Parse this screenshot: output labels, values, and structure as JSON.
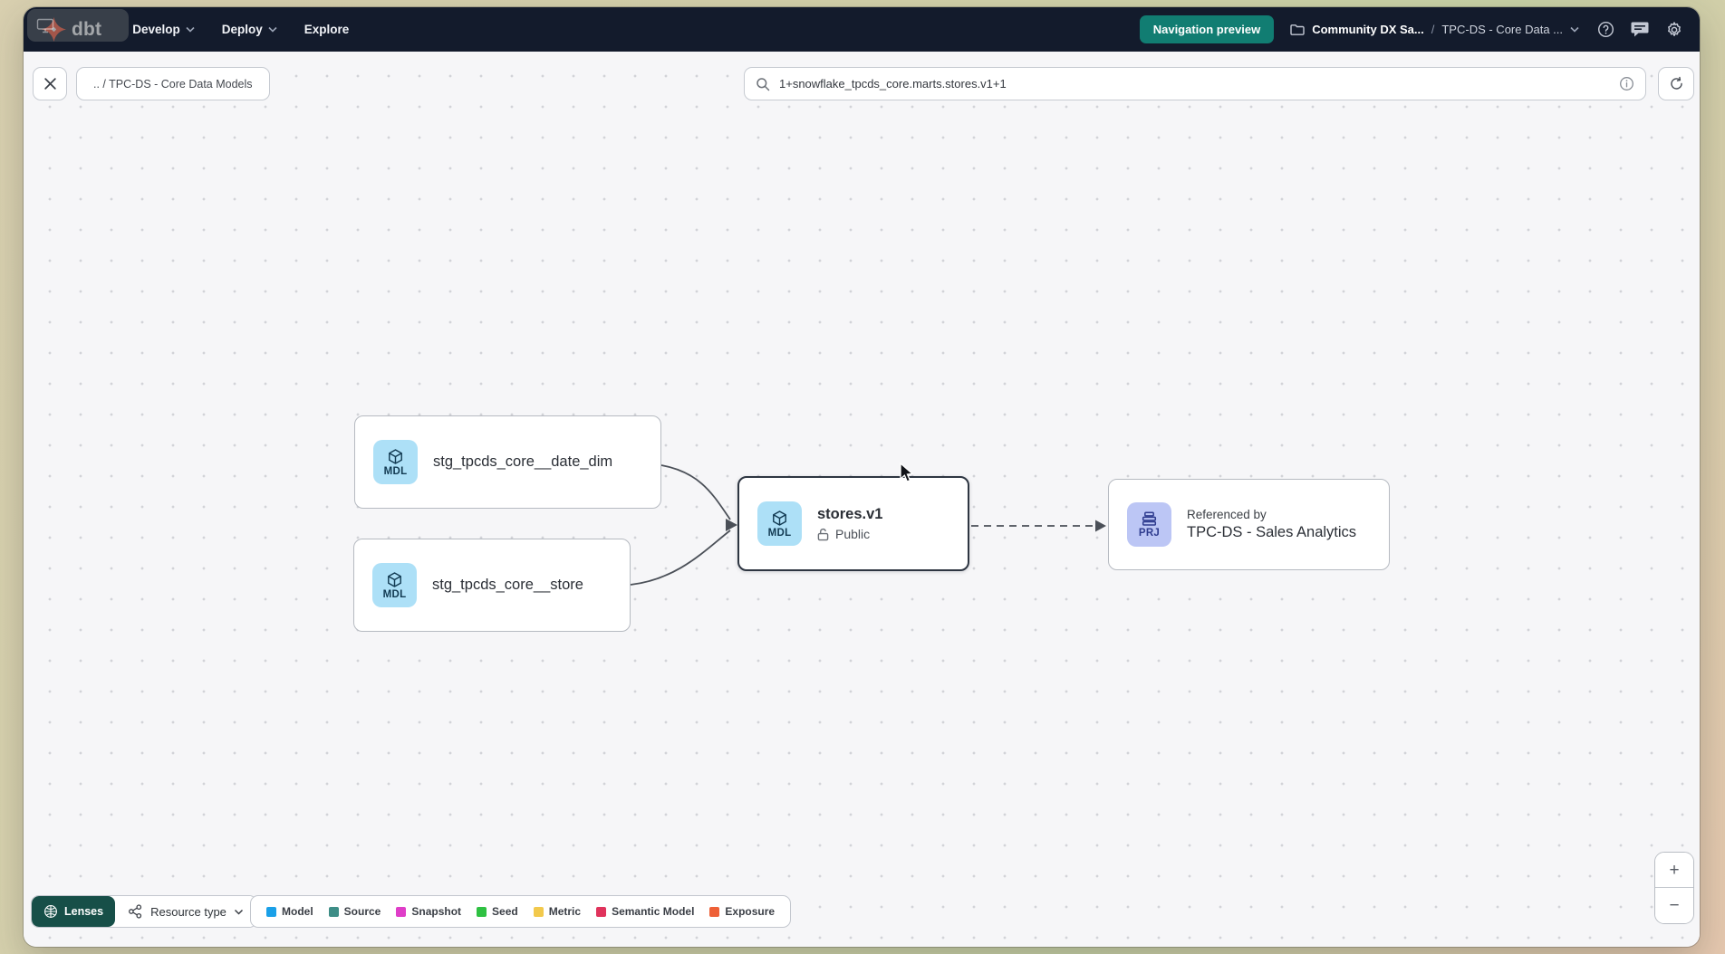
{
  "navbar": {
    "brand": "dbt",
    "menus": [
      {
        "label": "Develop"
      },
      {
        "label": "Deploy"
      },
      {
        "label": "Explore"
      }
    ],
    "preview_button": "Navigation preview",
    "account_name": "Community DX Sa...",
    "path_separator": "/",
    "project_name": "TPC-DS - Core Data ...",
    "colors": {
      "navbar_bg": "#131b2c",
      "accent_teal": "#117d72",
      "logo_orange": "#ff4f2e"
    }
  },
  "toolbar": {
    "breadcrumb": ".. / TPC-DS - Core Data Models",
    "search_value": "1+snowflake_tpcds_core.marts.stores.v1+1"
  },
  "graph": {
    "nodes": [
      {
        "badge": "MDL",
        "title": "stg_tpcds_core__date_dim"
      },
      {
        "badge": "MDL",
        "title": "stg_tpcds_core__store"
      },
      {
        "badge": "MDL",
        "title": "stores.v1",
        "subtitle": "Public",
        "selected": true
      },
      {
        "badge": "PRJ",
        "title": "Referenced by",
        "subtitle": "TPC-DS - Sales Analytics"
      }
    ],
    "badge_colors": {
      "model": "#ade0f7",
      "project": "#bcc6f5"
    }
  },
  "footer": {
    "lenses_label": "Lenses",
    "resource_type_label": "Resource type",
    "legend": [
      {
        "label": "Model",
        "color": "#1aa0e8"
      },
      {
        "label": "Source",
        "color": "#3e8e87"
      },
      {
        "label": "Snapshot",
        "color": "#df3ec8"
      },
      {
        "label": "Seed",
        "color": "#2fc142"
      },
      {
        "label": "Metric",
        "color": "#f2c94c"
      },
      {
        "label": "Semantic Model",
        "color": "#e0335c"
      },
      {
        "label": "Exposure",
        "color": "#ee6037"
      }
    ],
    "zoom_in": "+",
    "zoom_out": "−"
  }
}
